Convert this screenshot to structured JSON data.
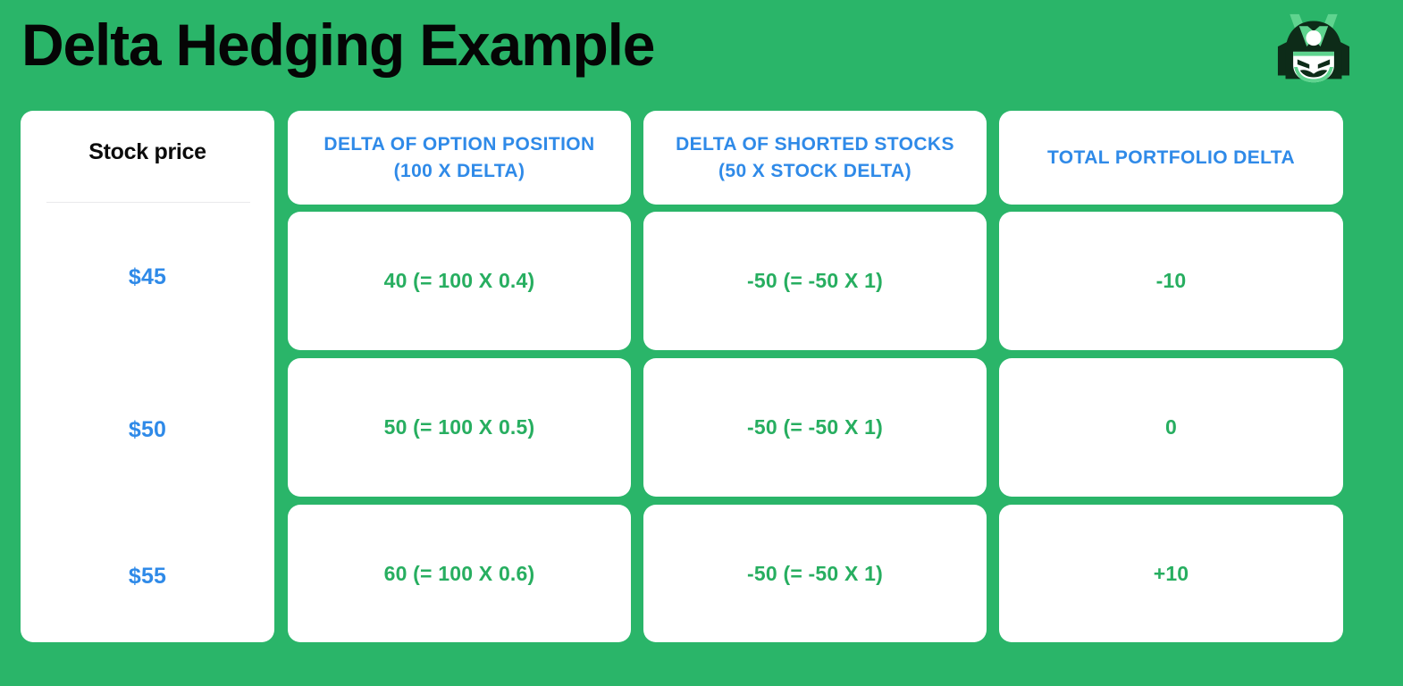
{
  "header": {
    "title": "Delta Hedging Example",
    "logo_name": "samurai-helmet-logo"
  },
  "colors": {
    "background_green": "#2ab569",
    "accent_blue": "#2f8ae8",
    "value_green": "#27ae60",
    "card_white": "#ffffff",
    "title_black": "#050505",
    "divider_gray": "#e9e9ec",
    "logo_dark": "#0d2b18",
    "logo_light_green": "#5fd48f"
  },
  "chart_data": {
    "type": "table",
    "title": "Delta Hedging Example",
    "columns": [
      "Stock price",
      "DELTA OF OPTION POSITION (100 X DELTA)",
      "DELTA OF SHORTED STOCKS (50 X STOCK DELTA)",
      "TOTAL PORTFOLIO DELTA"
    ],
    "rows": [
      [
        "$45",
        "40 (= 100 X 0.4)",
        "-50 (= -50 X 1)",
        "-10"
      ],
      [
        "$50",
        "50 (= 100 X 0.5)",
        "-50 (= -50 X 1)",
        "0"
      ],
      [
        "$55",
        "60 (= 100 X 0.6)",
        "-50 (= -50 X 1)",
        "+10"
      ]
    ],
    "stock_prices": [
      45,
      50,
      55
    ],
    "option_position_delta": [
      40,
      50,
      60
    ],
    "shorted_stock_delta": [
      -50,
      -50,
      -50
    ],
    "total_portfolio_delta": [
      -10,
      0,
      10
    ]
  },
  "table": {
    "stock_header": "Stock price",
    "headers": [
      "DELTA OF OPTION POSITION (100 X DELTA)",
      "DELTA OF SHORTED STOCKS (50 X STOCK DELTA)",
      "TOTAL PORTFOLIO DELTA"
    ],
    "rows": [
      {
        "stock_price": "$45",
        "option_delta": "40 (= 100 X 0.4)",
        "shorted_delta": "-50 (= -50 X 1)",
        "total_delta": "-10"
      },
      {
        "stock_price": "$50",
        "option_delta": "50 (= 100 X 0.5)",
        "shorted_delta": "-50 (= -50 X 1)",
        "total_delta": "0"
      },
      {
        "stock_price": "$55",
        "option_delta": "60 (= 100 X 0.6)",
        "shorted_delta": "-50 (= -50 X 1)",
        "total_delta": "+10"
      }
    ]
  }
}
